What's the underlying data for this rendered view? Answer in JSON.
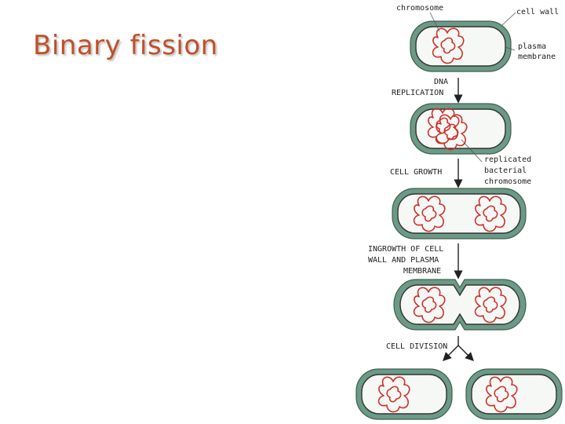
{
  "title": "Binary fission",
  "colors": {
    "title": "#c0502a",
    "cell_wall": "#6b9a86",
    "cell_fill": "#f6f8f6",
    "membrane": "#333333",
    "chromosome": "#d0302a",
    "arrow": "#222222"
  },
  "labels": {
    "chromosome": "chromosome",
    "cell_wall": "cell wall",
    "plasma": "plasma",
    "membrane": "membrane",
    "dna": "DNA",
    "replication": "REPLICATION",
    "replicated": "replicated",
    "bacterial": "bacterial",
    "chromosome2": "chromosome",
    "cell_growth": "CELL GROWTH",
    "ingrowth_1": "INGROWTH OF CELL",
    "ingrowth_2": "WALL AND PLASMA",
    "ingrowth_3": "MEMBRANE",
    "cell_division": "CELL DIVISION"
  }
}
